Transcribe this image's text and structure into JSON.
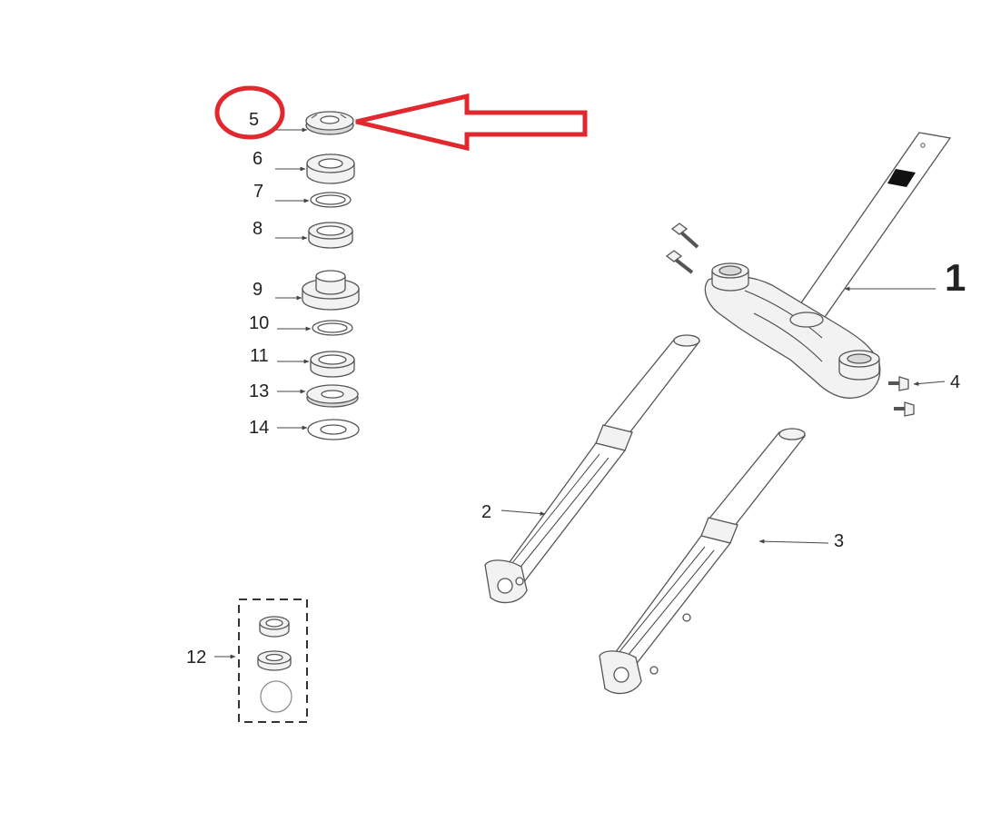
{
  "diagram": {
    "callouts": {
      "c1": "1",
      "c2": "2",
      "c3": "3",
      "c4": "4",
      "c5": "5",
      "c6": "6",
      "c7": "7",
      "c8": "8",
      "c9": "9",
      "c10": "10",
      "c11": "11",
      "c12": "12",
      "c13": "13",
      "c14": "14"
    },
    "highlight": {
      "target": "5",
      "color": "#e0282e"
    }
  }
}
